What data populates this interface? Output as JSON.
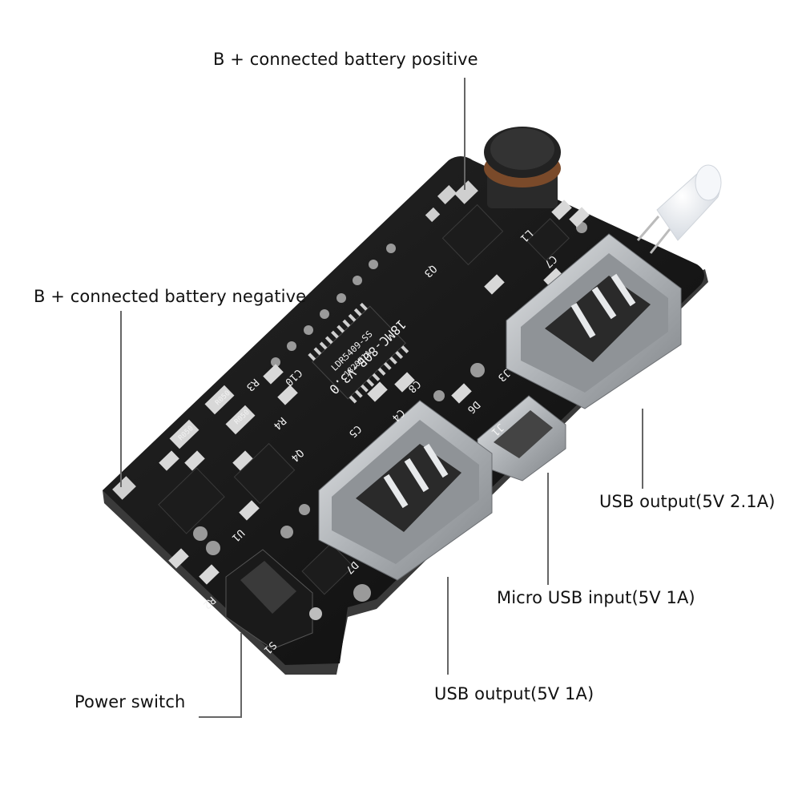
{
  "callouts": {
    "battery_positive": "B + connected battery positive",
    "battery_negative": "B + connected battery negative",
    "usb_output_2a": "USB output(5V 2.1A)",
    "micro_usb_input": "Micro USB input(5V 1A)",
    "usb_output_1a": "USB output(5V 1A)",
    "power_switch": "Power switch"
  },
  "silkscreen": {
    "ic_model": "LDR5409-SS",
    "ic_code": "1820E1A",
    "board_id": "18MC-80B-V3.0",
    "res_r050_a": "R050",
    "res_r050_b": "R050",
    "res_r050_c": "R050",
    "label_c10": "C10",
    "label_r4": "R4",
    "label_r3": "R3",
    "label_c5": "C5",
    "label_c8": "C8",
    "label_c4": "C4",
    "label_d6": "D6",
    "label_j1": "J1",
    "label_j3": "J3",
    "label_d7": "D7",
    "label_s1": "S1",
    "label_q3": "Q3",
    "label_q4": "Q4",
    "label_u1": "U1",
    "label_l1": "L1",
    "label_c7": "C7",
    "label_r2": "R2"
  },
  "colors": {
    "pcb": "#141414",
    "silk": "#f2f2f2",
    "metal": "#b9bcbf",
    "pad": "#d9d9d9",
    "leader": "#666666"
  }
}
